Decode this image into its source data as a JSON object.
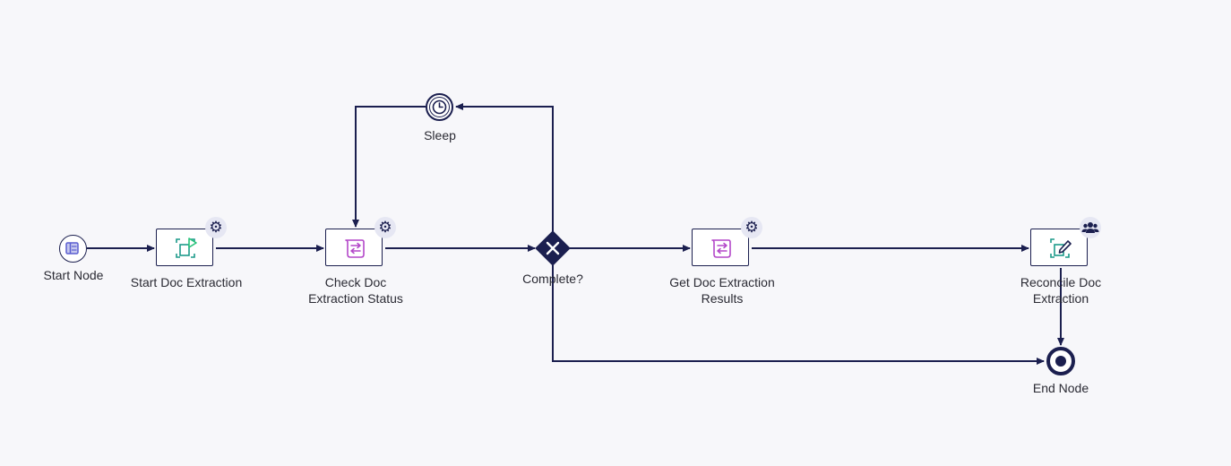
{
  "nodes": {
    "start": {
      "label": "Start Node"
    },
    "start_doc": {
      "label": "Start Doc Extraction"
    },
    "check_doc": {
      "label_line1": "Check Doc",
      "label_line2": "Extraction Status"
    },
    "sleep": {
      "label": "Sleep"
    },
    "complete": {
      "label": "Complete?"
    },
    "get_results": {
      "label_line1": "Get Doc Extraction",
      "label_line2": "Results"
    },
    "reconcile": {
      "label_line1": "Reconcile Doc",
      "label_line2": "Extraction"
    },
    "end": {
      "label": "End Node"
    }
  },
  "colors": {
    "edge": "#1b1f4f",
    "script_task": "#b347c9",
    "start_task": "#1d9a8a",
    "play": "#27c27a",
    "badge_icon": "#1b1f4f"
  }
}
